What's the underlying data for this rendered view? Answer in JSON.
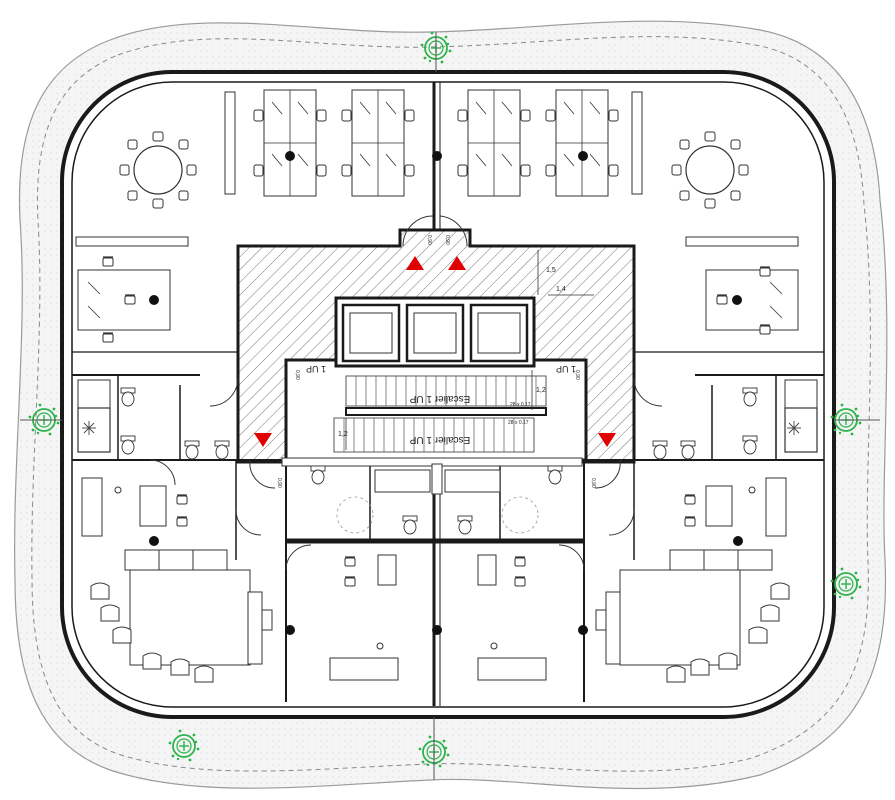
{
  "labels": {
    "stair_upper": "Escalier 1 UP",
    "stair_lower": "Escalier 1 UP",
    "up_left": "1 UP",
    "up_right": "1 UP",
    "step_upper": "28 x 0.17",
    "step_lower": "28 x 0.17",
    "dim_15": "1,5",
    "dim_14": "1,4",
    "dim_12a": "1,2",
    "dim_12b": "1,2",
    "door_top_l": "0,90",
    "door_top_r": "0,90",
    "door_mid_l": "0,90",
    "door_mid_r": "0,90",
    "door_low_l": "0,90",
    "door_low_r": "0,90"
  },
  "colors": {
    "wall": "#1a1a1a",
    "line": "#333333",
    "hatch": "#6b6b6b",
    "tree": "#2bb34a",
    "alert": "#e00000",
    "garden": "#f3f3f3"
  },
  "icons": {
    "tree": "tree-icon",
    "alert": "warning-triangle-icon",
    "snow": "snowflake-icon",
    "column": "column-dot-icon"
  }
}
